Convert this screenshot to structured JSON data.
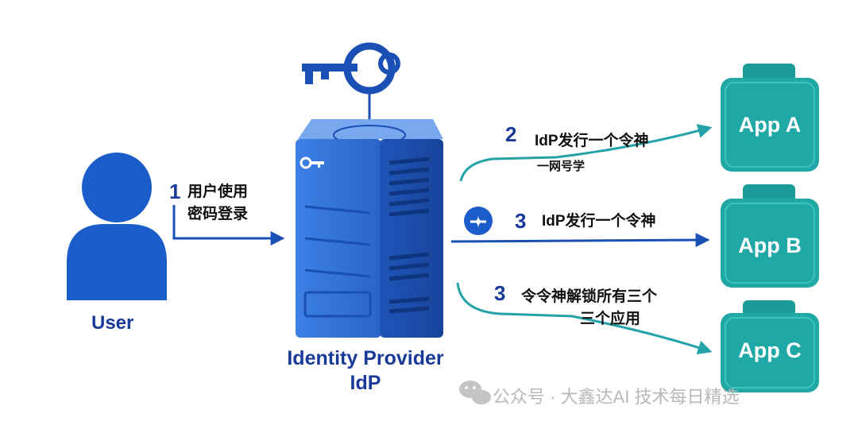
{
  "user": {
    "label": "User"
  },
  "idp": {
    "name_line1": "Identity Provider",
    "name_line2": "IdP"
  },
  "steps": [
    {
      "num": "1",
      "line1": "用户使用",
      "line2": "密码登录"
    },
    {
      "num": "2",
      "line1": "IdP发行一个令神",
      "line2": "一网号学"
    },
    {
      "num": "3",
      "line1": "IdP发行一个令神"
    },
    {
      "num": "3",
      "line1": "令令神解锁所有三个",
      "line2": "三个应用"
    }
  ],
  "apps": [
    {
      "label": "App A"
    },
    {
      "label": "App B"
    },
    {
      "label": "App C"
    }
  ],
  "watermark": {
    "text": "公众号 · 大鑫达AI 技术每日精选"
  },
  "colors": {
    "user_blue": "#1a5cc9",
    "server_blue": "#2f6fd6",
    "app_teal": "#1fa8a6",
    "arrow_blue": "#1a4fb5",
    "arrow_teal": "#23a3a8",
    "label_navy": "#1a3a9a"
  },
  "icons": {
    "user": "user-silhouette-icon",
    "key": "key-icon",
    "server": "server-tower-icon",
    "app": "app-box-icon",
    "token": "token-badge-icon",
    "watermark": "wechat-icon"
  }
}
